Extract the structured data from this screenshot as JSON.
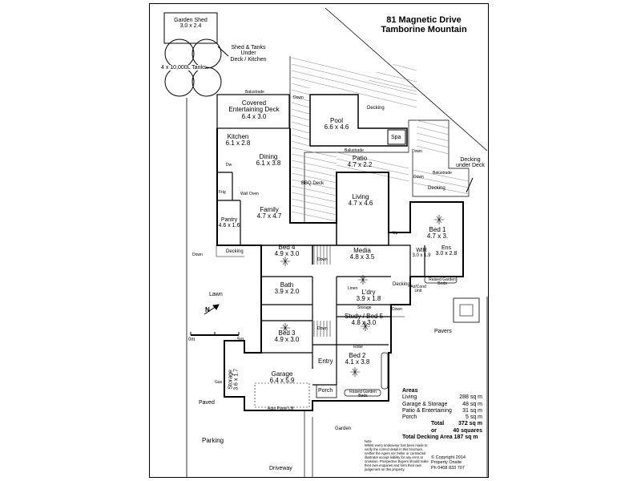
{
  "title": {
    "line1": "81 Magnetic Drive",
    "line2": "Tamborine Mountain"
  },
  "rooms": {
    "garden_shed": {
      "name": "Garden Shed",
      "size": "3.0 x 2.4"
    },
    "tanks": "4 x 10,000L Tanks",
    "shed_tanks_note": {
      "l1": "Shed & Tanks",
      "l2": "Under",
      "l3": "Deck / Kitchen"
    },
    "covered_deck": {
      "l1": "Covered",
      "l2": "Entertaining Deck",
      "size": "6.4 x 3.0"
    },
    "pool": {
      "name": "Pool",
      "size": "6.6 x 4.6"
    },
    "spa": "Spa",
    "kitchen": {
      "name": "Kitchen",
      "size": "6.1 x 2.8"
    },
    "dining": {
      "name": "Dining",
      "size": "6.1 x 3.8"
    },
    "patio": {
      "name": "Patio",
      "size": "4.7 x 2.2"
    },
    "decking_under_deck": {
      "l1": "Decking",
      "l2": "under Deck"
    },
    "bbq_deck": "BBQ Deck",
    "living": {
      "name": "Living",
      "size": "4.7 x 4.6"
    },
    "family": {
      "name": "Family",
      "size": "4.7 x 4.7"
    },
    "pantry": {
      "name": "Pantry",
      "size": "4.6 x 1.6"
    },
    "bed1": {
      "name": "Bed 1",
      "size": "4.7 x 3."
    },
    "bed4": {
      "name": "Bed 4",
      "size": "4.9 x 3.0"
    },
    "media": {
      "name": "Media",
      "size": "4.8 x 3.5"
    },
    "wir": {
      "name": "WIR",
      "size": "3.0 x 1.9"
    },
    "ens": {
      "name": "Ens",
      "size": "3.0 x 2.8"
    },
    "bath": {
      "name": "Bath",
      "size": "3.9 x 2.0"
    },
    "lndry": {
      "name": "L'dry",
      "size": "3.9 x 1.8"
    },
    "storage_inner": "Storage",
    "study": {
      "name": "Study / Bed 5",
      "size": "4.8 x 3.0"
    },
    "bed3": {
      "name": "Bed 3",
      "size": "4.9 x 3.0"
    },
    "bed2": {
      "name": "Bed 2",
      "size": "4.1 x 3.8"
    },
    "garage": {
      "name": "Garage",
      "size": "6.4 x 5.9"
    },
    "storage_garage": {
      "name": "Storage",
      "size": "3.6 x 1.7"
    },
    "entry": "Entry",
    "porch": "Porch"
  },
  "labels": {
    "balustrade": "Balustrade",
    "down": "Down",
    "up": "Up",
    "decking": "Decking",
    "robe": "Robe",
    "lawn": "Lawn",
    "pavers": "Pavers",
    "paved": "Paved",
    "parking": "Parking",
    "garden": "Garden",
    "driveway": "Driveway",
    "raised_garden_beds": "Raised Garden Beds",
    "auto_panel_lift": "Auto Panel Lift",
    "gas": "Gas",
    "fridge": "Frig",
    "dw": "Dw",
    "wall_oven": "Wall Oven",
    "linen": "Linen",
    "air_cond": "Air/Cond Unit",
    "scale_0": "0m",
    "scale_5": "5m",
    "north": "N"
  },
  "areas": {
    "heading": "Areas",
    "rows": [
      {
        "label": "Living",
        "value": "288 sq m"
      },
      {
        "label": "Garage & Storage",
        "value": "48 sq m"
      },
      {
        "label": "Patio & Entertaining",
        "value": "31 sq m"
      },
      {
        "label": "Porch",
        "value": "5 sq m"
      }
    ],
    "total_label": "Total",
    "total_value": "372 sq m",
    "or_label": "or",
    "or_value": "40 squares",
    "decking_total": "Total Decking Area 187 sq m"
  },
  "note": {
    "heading": "Note",
    "body": "Whilst every endeavour has been made to verify the correct detail in this brochure, neither the Agent nor Seller or contracted illustrator accept liability for any error or omission. Prospective Buyers should make their own enquiries and form their own judgement on this property."
  },
  "copyright": {
    "l1": "© Copyright 2014",
    "l2": "Property Onsite",
    "l3": "Ph 0408 833 707"
  }
}
